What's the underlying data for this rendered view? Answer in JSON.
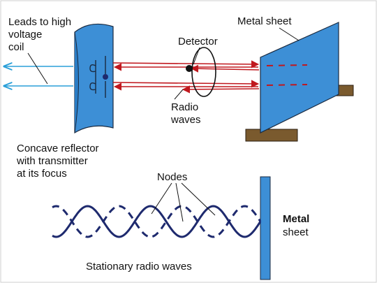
{
  "labels": {
    "leads_line1": "Leads to high",
    "leads_line2": "voltage",
    "leads_line3": "coil",
    "metal_sheet_top": "Metal sheet",
    "detector": "Detector",
    "radio_line1": "Radio",
    "radio_line2": "waves",
    "reflector_line1": "Concave reflector",
    "reflector_line2": "with transmitter",
    "reflector_line3": "at its focus",
    "nodes": "Nodes",
    "metal_bottom_line1": "Metal",
    "metal_bottom_line2": "sheet",
    "stationary": "Stationary radio waves"
  },
  "colors": {
    "background": "#ffffff",
    "sheet_fill": "#3d8fd6",
    "sheet_stroke": "#1a2a40",
    "base_fill": "#7a5a2e",
    "ray": "#c0181e",
    "lead_line": "#2a9fd8",
    "wave": "#1e2a6e",
    "text": "#111111"
  }
}
